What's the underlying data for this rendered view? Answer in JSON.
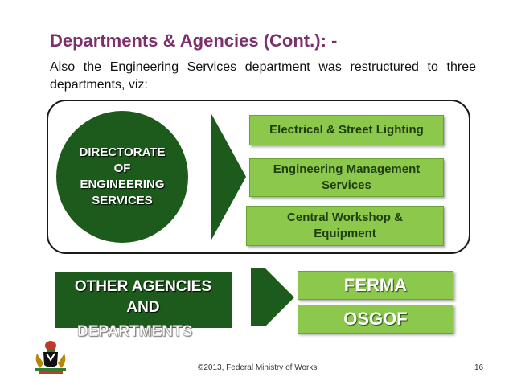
{
  "slide": {
    "title": "Departments & Agencies (Cont.): -",
    "intro": "Also the Engineering Services department was restructured to three departments, viz:",
    "directorate": "DIRECTORATE\nOF\nENGINEERING\nSERVICES",
    "departments": [
      "Electrical & Street Lighting",
      "Engineering Management\nServices",
      "Central Workshop &\nEquipment"
    ],
    "agencies_label": "OTHER AGENCIES\nAND",
    "agencies_overflow": "DEPARTMENTS",
    "agencies": [
      "FERMA",
      "OSGOF"
    ],
    "footer_copyright": "©2013, Federal Ministry of Works",
    "page_number": "16"
  },
  "colors": {
    "title": "#7b2f6b",
    "dark_green": "#1d5b1c",
    "light_green": "#8cc84b"
  },
  "icons": [
    "coat-of-arms-icon",
    "chevron-right-icon"
  ]
}
